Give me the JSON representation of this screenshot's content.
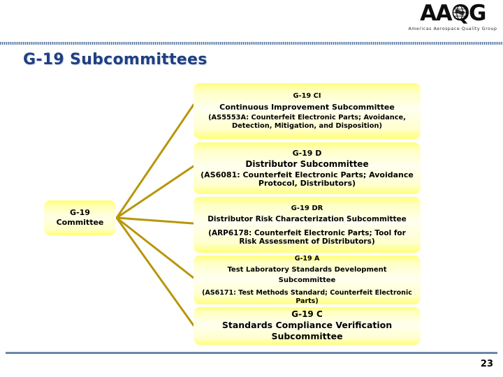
{
  "header": {
    "logo_wordmark": "AAQG",
    "logo_tagline": "Americas Aerospace Quality Group",
    "logo_icon": "globe-icon"
  },
  "title": "G-19 Subcommittees",
  "diagram": {
    "root": {
      "line1": "G-19",
      "line2": "Committee"
    },
    "nodes": [
      {
        "code": "G-19 CI",
        "name": "Continuous Improvement Subcommittee",
        "standard": "(AS5553A: Counterfeit Electronic Parts; Avoidance, Detection, Mitigation, and Disposition)"
      },
      {
        "code": "G-19 D",
        "name": "Distributor Subcommittee",
        "standard": "(AS6081: Counterfeit Electronic Parts; Avoidance Protocol, Distributors)"
      },
      {
        "code": "G-19 DR",
        "name": "Distributor Risk Characterization Subcommittee",
        "standard": "(ARP6178: Counterfeit Electronic Parts; Tool for Risk Assessment of Distributors)"
      },
      {
        "code": "G-19 A",
        "name": "Test Laboratory Standards Development Subcommittee",
        "standard": "(AS6171: Test Methods Standard; Counterfeit Electronic Parts)"
      },
      {
        "code": "G-19 C",
        "name": "Standards Compliance Verification Subcommittee",
        "standard": ""
      }
    ]
  },
  "footer": {
    "page_number": "23"
  },
  "colors": {
    "title_blue": "#1f3f83",
    "header_rule_blue": "#4f6f9c",
    "footer_rule_blue": "#6a87a8",
    "node_yellow": "#ffff7a",
    "connector_gold": "#b8960a"
  }
}
